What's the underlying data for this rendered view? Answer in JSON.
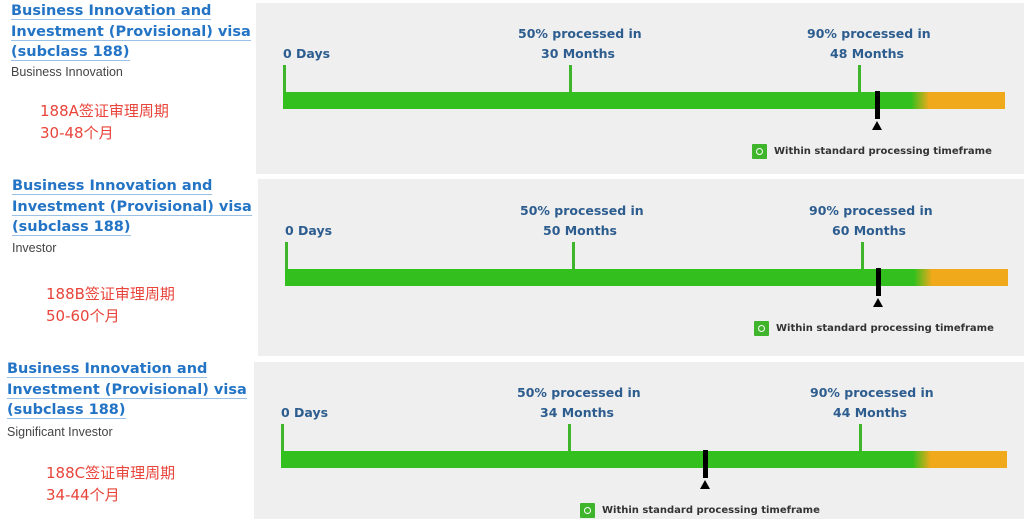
{
  "legend_label": "Within standard processing timeframe",
  "start_label": "0 Days",
  "colors": {
    "within": "#33bf1d",
    "exceeded": "#f0a91b",
    "title": "#2474c6",
    "note": "#e8443a"
  },
  "panels": [
    {
      "title_lines": [
        "Business Innovation and",
        "Investment (Provisional) visa",
        "(subclass 188)"
      ],
      "stream": "Business Innovation",
      "note_lines": [
        "188A签证审理周期",
        "30-48个月"
      ],
      "p50_line1": "50% processed in",
      "p50_line2": "30 Months",
      "p90_line1": "90% processed in",
      "p90_line2": "48 Months"
    },
    {
      "title_lines": [
        "Business Innovation and",
        "Investment (Provisional) visa",
        "(subclass 188)"
      ],
      "stream": "Investor",
      "note_lines": [
        "188B签证审理周期",
        "50-60个月"
      ],
      "p50_line1": "50% processed in",
      "p50_line2": "50 Months",
      "p90_line1": "90% processed in",
      "p90_line2": "60 Months"
    },
    {
      "title_lines": [
        "Business Innovation and",
        "Investment (Provisional) visa",
        "(subclass 188)"
      ],
      "stream": "Significant Investor",
      "note_lines": [
        "188C签证审理周期",
        "34-44个月"
      ],
      "p50_line1": "50% processed in",
      "p50_line2": "34 Months",
      "p90_line1": "90% processed in",
      "p90_line2": "44 Months"
    }
  ]
}
